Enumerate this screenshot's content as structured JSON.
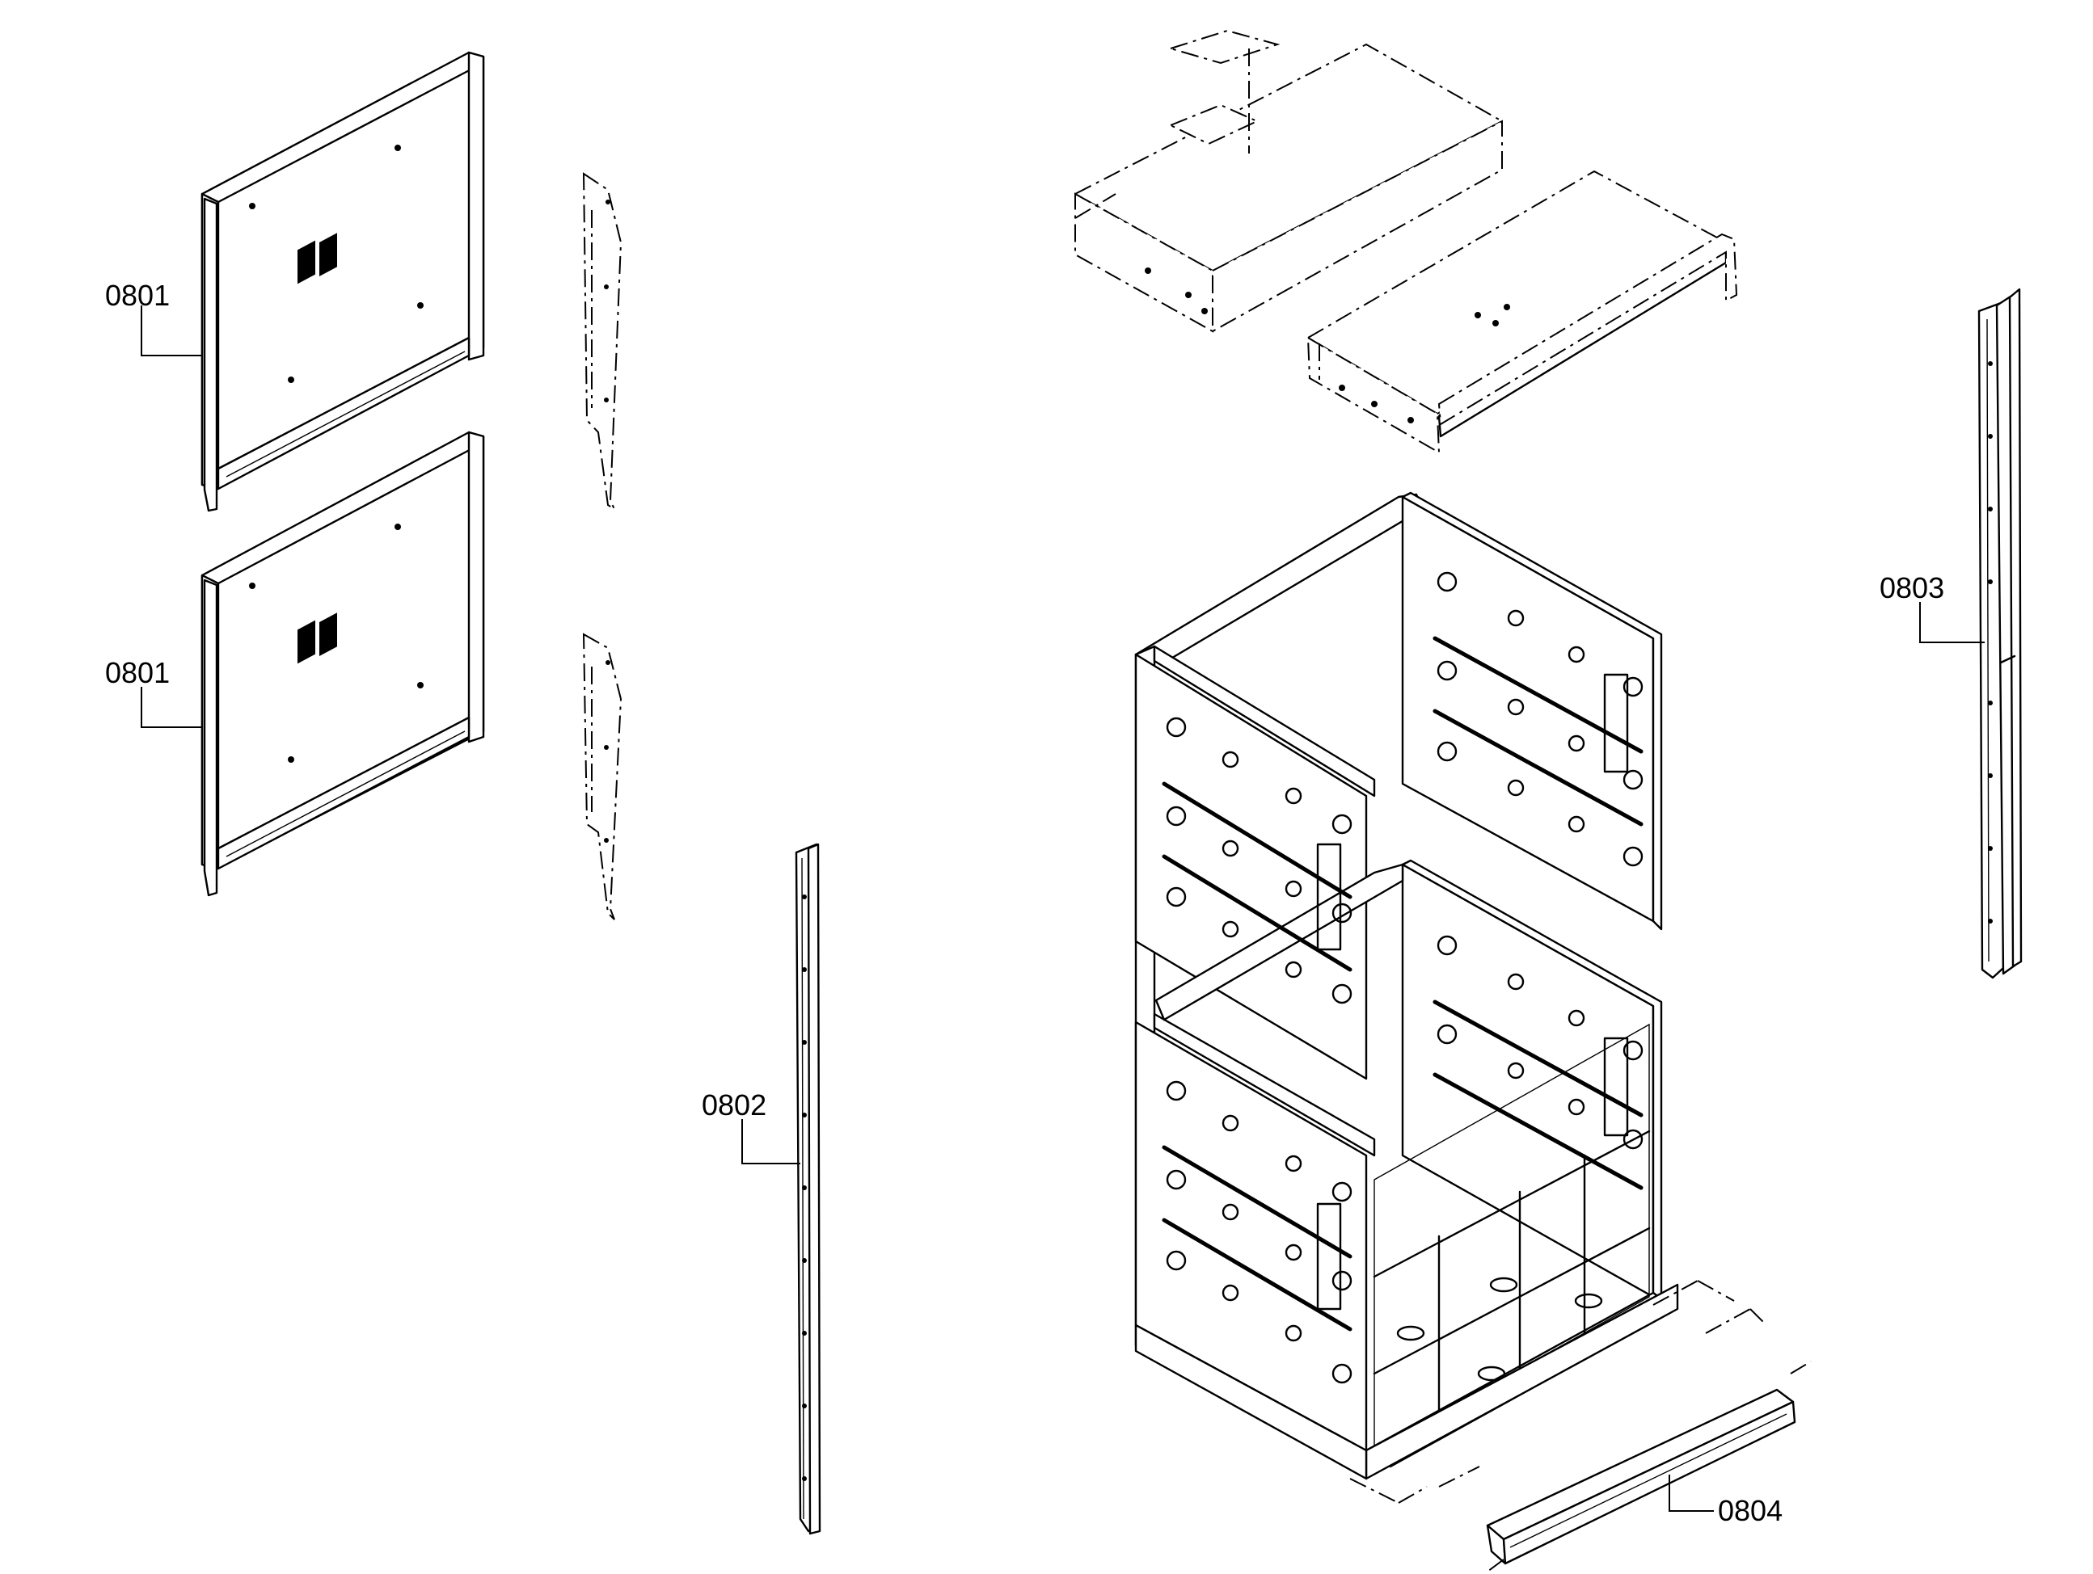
{
  "callouts": {
    "panel_upper": "0801",
    "panel_lower": "0801",
    "rail_left": "0802",
    "rail_right": "0803",
    "front_trim": "0804"
  }
}
